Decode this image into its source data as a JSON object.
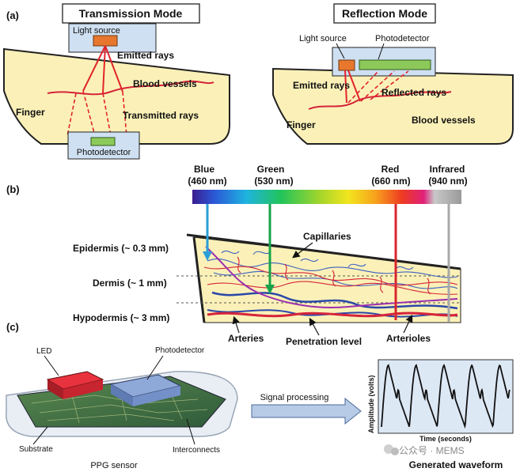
{
  "panel_a": {
    "tag": "(a)",
    "transmission": {
      "title": "Transmission Mode",
      "light_source": "Light source",
      "emitted_rays": "Emitted rays",
      "blood_vessels": "Blood vessels",
      "finger": "Finger",
      "transmitted_rays": "Transmitted rays",
      "photodetector": "Photodetector"
    },
    "reflection": {
      "title": "Reflection Mode",
      "light_source": "Light source",
      "photodetector": "Photodetector",
      "emitted_rays": "Emitted rays",
      "reflected_rays": "Reflected rays",
      "finger": "Finger",
      "blood_vessels": "Blood vessels"
    }
  },
  "panel_b": {
    "tag": "(b)",
    "wavelengths": [
      {
        "name": "Blue",
        "nm": "(460 nm)",
        "color": "#2a9fd8"
      },
      {
        "name": "Green",
        "nm": "(530 nm)",
        "color": "#18a34a"
      },
      {
        "name": "Red",
        "nm": "(660 nm)",
        "color": "#d8262e"
      },
      {
        "name": "Infrared",
        "nm": "(940 nm)",
        "color": "#a8a8a8"
      }
    ],
    "layers": {
      "epidermis": "Epidermis (~ 0.3 mm)",
      "dermis": "Dermis (~ 1 mm)",
      "hypodermis": "Hypodermis (~ 3 mm)"
    },
    "capillaries": "Capillaries",
    "arteries": "Arteries",
    "penetration_level": "Penetration level",
    "arterioles": "Arterioles"
  },
  "panel_c": {
    "tag": "(c)",
    "led": "LED",
    "photodetector": "Photodetector",
    "substrate": "Substrate",
    "interconnects": "Interconnects",
    "sensor_label": "PPG sensor",
    "signal_processing": "Signal processing",
    "y_axis": "Amplitude (volts)",
    "x_axis": "Time (seconds)",
    "waveform_label": "Generated waveform"
  },
  "watermark": "公众号 · MEMS",
  "colors": {
    "finger_fill": "#fbf1b8",
    "vessel": "#d6243a",
    "ray": "#e2242c",
    "source": "#e8772e",
    "detector": "#8dc95a",
    "box": "#cfe0f2",
    "plot_bg": "#dde8f5"
  }
}
